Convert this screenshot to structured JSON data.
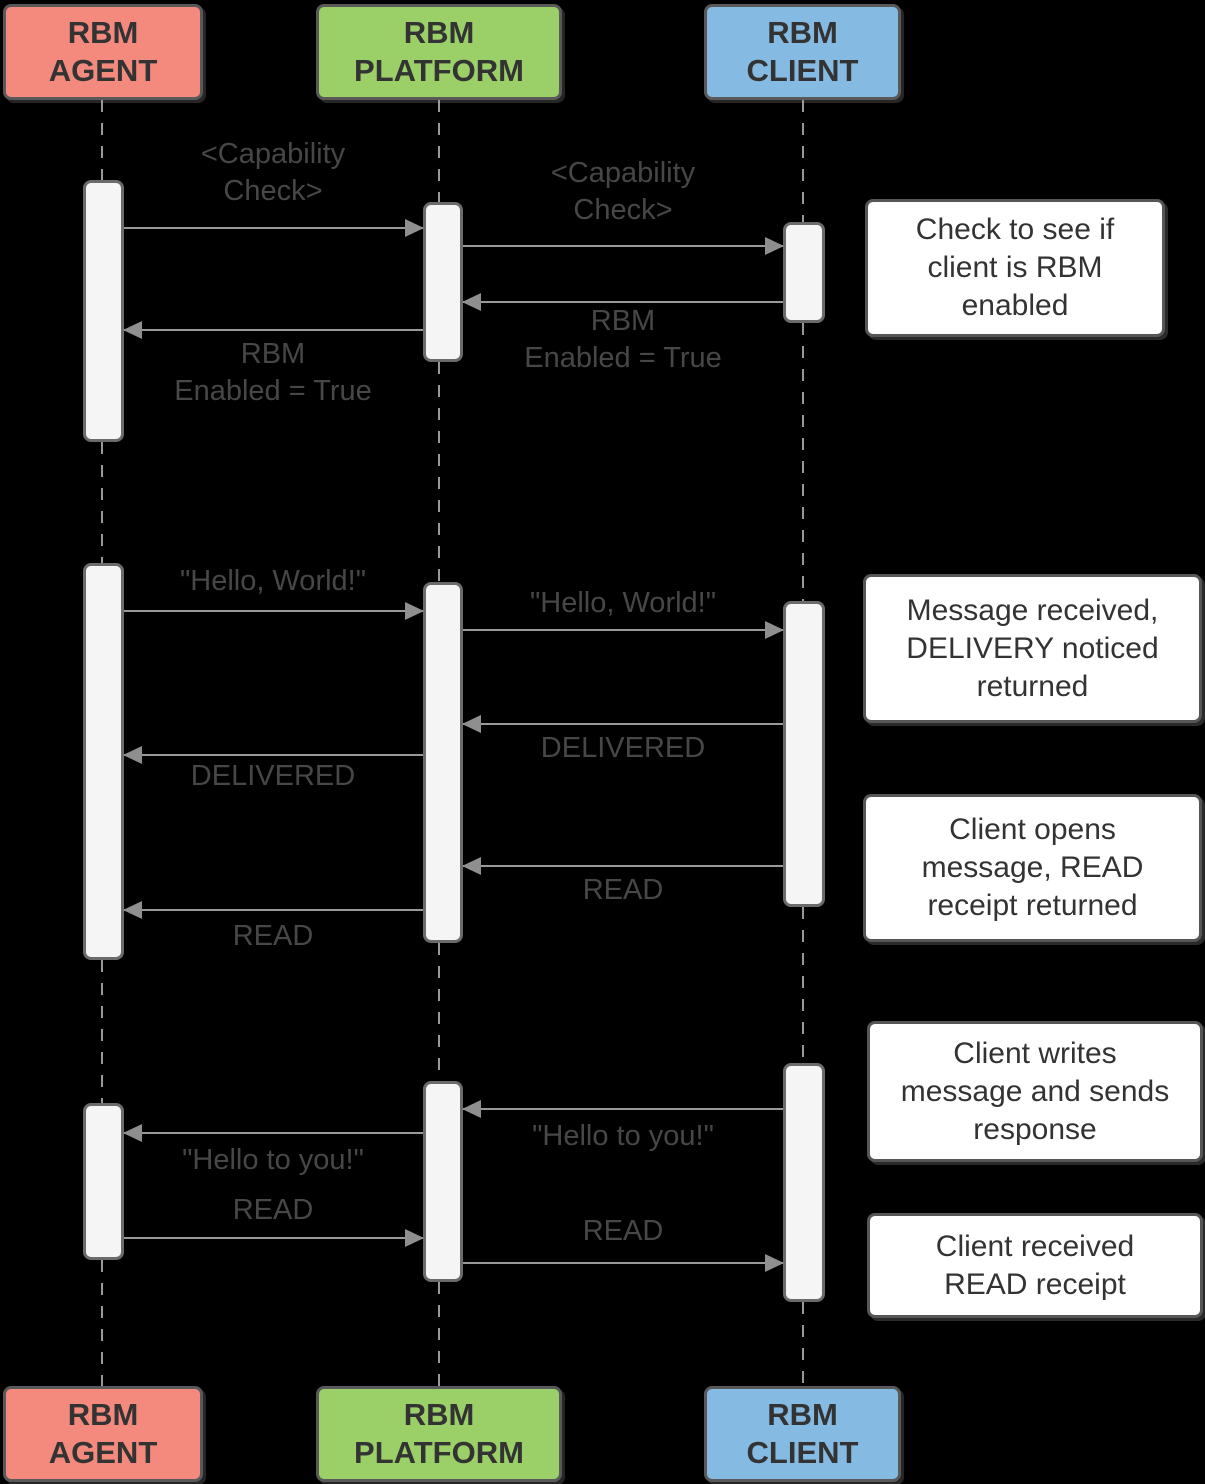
{
  "diagram": {
    "type": "sequence-diagram",
    "title": "RBM messaging capability check and message flow",
    "colors": {
      "background": "#000000",
      "agent_fill": "#F48A7D",
      "platform_fill": "#9BD068",
      "client_fill": "#85BBE3",
      "actor_border": "#595959",
      "actor_text": "#333333",
      "line": "#999999",
      "arrowhead": "#8F8F8F",
      "bar_fill": "#F5F5F5",
      "bar_border": "#6B6B6B",
      "note_fill": "#FFFFFF",
      "note_border": "#565656",
      "label_text": "#474747"
    },
    "actors": [
      {
        "id": "agent",
        "label": "RBM\nAGENT",
        "fill": "#F48A7D"
      },
      {
        "id": "platform",
        "label": "RBM\nPLATFORM",
        "fill": "#9BD068"
      },
      {
        "id": "client",
        "label": "RBM\nCLIENT",
        "fill": "#85BBE3"
      }
    ],
    "messages": {
      "cap_check_left": "<Capability\nCheck>",
      "cap_check_right": "<Capability\nCheck>",
      "rbm_enabled_right": "RBM\nEnabled = True",
      "rbm_enabled_left": "RBM\nEnabled = True",
      "hello_world_left": "\"Hello, World!\"",
      "hello_world_right": "\"Hello, World!\"",
      "delivered_right": "DELIVERED",
      "delivered_left": "DELIVERED",
      "read_right_1": "READ",
      "read_left_1": "READ",
      "hello_to_you_right": "\"Hello to you!\"",
      "hello_to_you_left": "\"Hello to you!\"",
      "read_left_2": "READ",
      "read_right_2": "READ"
    },
    "notes": [
      {
        "text": "Check to see if\nclient is RBM\nenabled"
      },
      {
        "text": "Message received,\nDELIVERY noticed\nreturned"
      },
      {
        "text": "Client opens\nmessage, READ\nreceipt returned"
      },
      {
        "text": "Client writes\nmessage and sends\nresponse"
      },
      {
        "text": "Client received\nREAD receipt"
      }
    ]
  }
}
